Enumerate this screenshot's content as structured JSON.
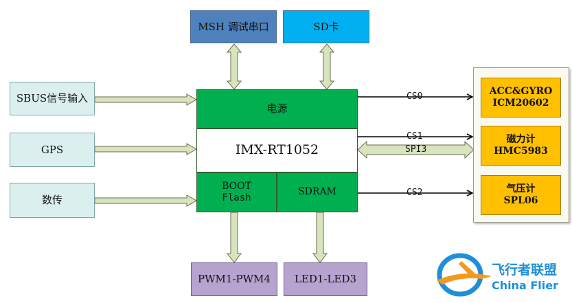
{
  "top": {
    "msh": "MSH 调试串口",
    "sd": "SD卡"
  },
  "inputs": {
    "sbus": "SBUS信号输入",
    "gps": "GPS",
    "datalink": "数传"
  },
  "mcu": {
    "power": "电源",
    "chip": "IMX-RT1052",
    "boot_line1": "BOOT",
    "boot_line2": "Flash",
    "sdram": "SDRAM"
  },
  "bottom": {
    "pwm": "PWM1-PWM4",
    "led": "LED1-LED3"
  },
  "sensors": [
    {
      "line1": "ACC&GYRO",
      "line2": "ICM20602"
    },
    {
      "line1": "磁力计",
      "line2": "HMC5983"
    },
    {
      "line1": "气压计",
      "line2": "SPL06"
    }
  ],
  "bus_labels": {
    "cs0": "CS0",
    "cs1": "CS1",
    "spi": "SPI3",
    "cs2": "CS2"
  },
  "watermark": {
    "line1": "飞行者联盟",
    "line2": "China Flier"
  },
  "colors": {
    "mcu_green": "#00b050",
    "sensor_orange": "#ffc000",
    "input_cyan": "#dcefef",
    "bottom_purple": "#b7a3cf",
    "msh_blue": "#4f81bd",
    "sd_cyan": "#00b0f0",
    "hollow_arrow": "#d7e4bd",
    "watermark_blue": "#1e8fd8",
    "watermark_orange": "#f39a1e"
  }
}
